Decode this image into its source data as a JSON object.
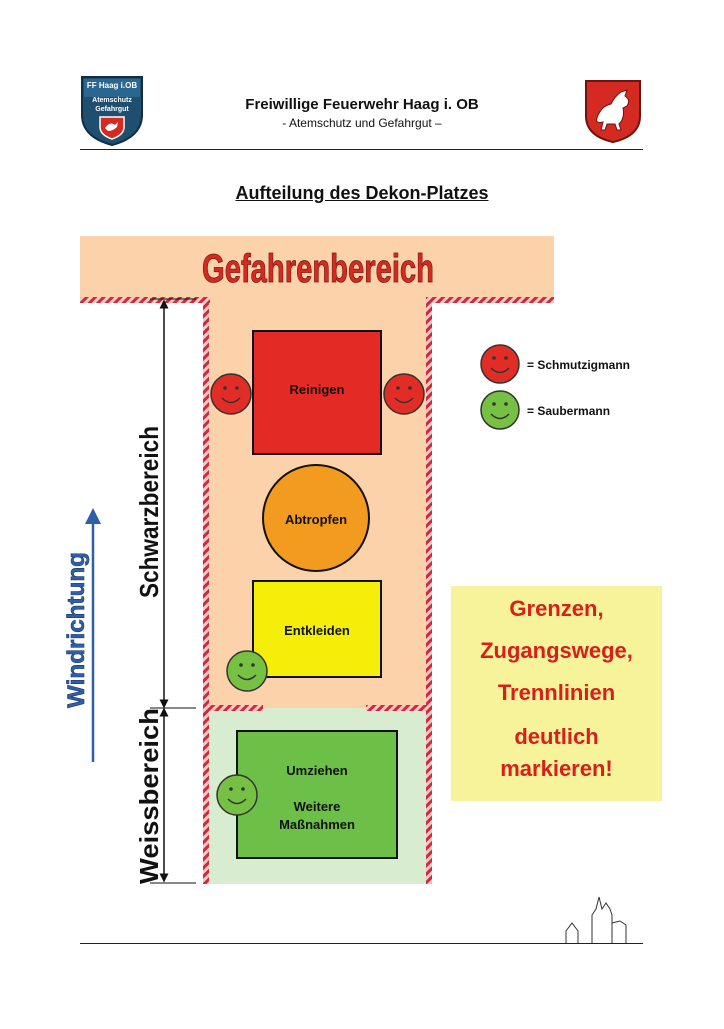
{
  "header": {
    "title": "Freiwillige Feuerwehr Haag i. OB",
    "subtitle": "- Atemschutz und Gefahrgut –",
    "left_logo": {
      "text": [
        "FF Haag i.OB",
        "Atemschutz",
        "Gefahrgut"
      ],
      "color": "#1f4e6e"
    },
    "right_logo": {
      "color": "#d42a22"
    }
  },
  "heading": "Aufteilung des Dekon-Platzes",
  "zones": {
    "danger": "Gefahrenbereich",
    "black": "Schwarzbereich",
    "white": "Weissbereich"
  },
  "wind": "Windrichtung",
  "stations": {
    "clean": "Reinigen",
    "drip": "Abtropfen",
    "undress": "Entkleiden",
    "change": "Umziehen",
    "further": [
      "Weitere",
      "Maßnahmen"
    ]
  },
  "legend": {
    "dirty": "= Schmutzigmann",
    "clean": "= Saubermann"
  },
  "note": [
    "Grenzen,",
    "Zugangswege,",
    "Trennlinien",
    "deutlich",
    "markieren!"
  ],
  "colors": {
    "danger_zone": "#fbd2aa",
    "white_zone": "#d8ecd0",
    "clean_box": "#e42a25",
    "drip_circle": "#f29b1e",
    "undress_box": "#f4ee09",
    "change_box": "#6cbf47",
    "face_red": "#e22d26",
    "face_green": "#76c043",
    "wind_arrow": "#2f5fa8",
    "note_bg": "#f7f39b",
    "note_text": "#d81f1a"
  }
}
